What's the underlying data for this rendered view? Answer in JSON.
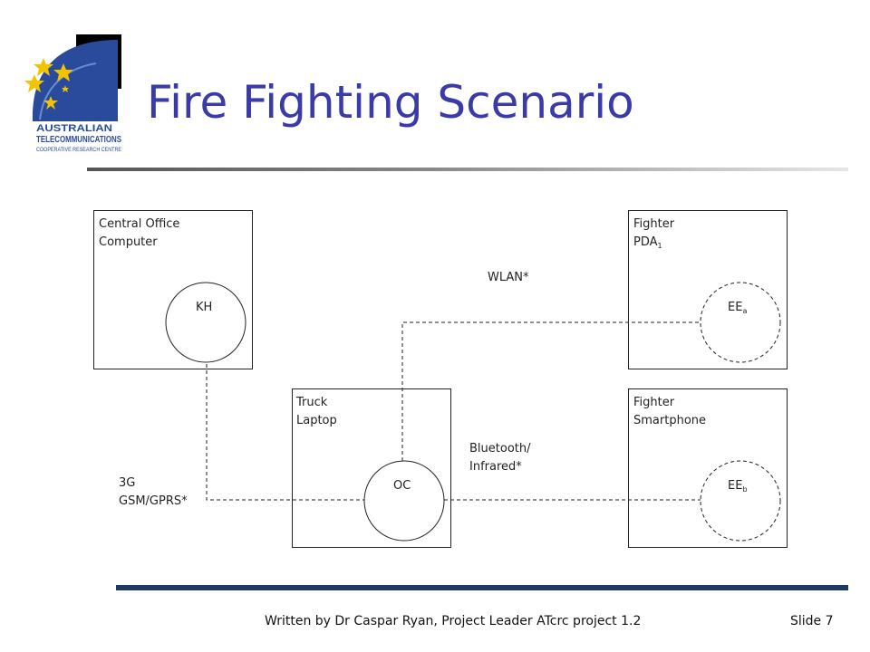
{
  "logo": {
    "line1": "AUSTRALIAN",
    "line2": "TELECOMMUNICATIONS",
    "line3": "COOPERATIVE RESEARCH CENTRE",
    "colors": {
      "blue": "#2a4b9b",
      "yellow": "#f3c300",
      "black": "#000000"
    }
  },
  "slide": {
    "title": "Fire Fighting Scenario",
    "footer": "Written by Dr Caspar Ryan, Project Leader ATcrc project 1.2",
    "slide_number": "Slide 7"
  },
  "diagram": {
    "nodes": {
      "central_office": {
        "line1": "Central Office",
        "line2": "Computer",
        "circle": "KH"
      },
      "truck": {
        "line1": "Truck",
        "line2": "Laptop",
        "circle": "OC"
      },
      "pda": {
        "line1": "Fighter",
        "line2": "PDA",
        "line2_sub": "1",
        "circle": "EE",
        "circle_sub": "a"
      },
      "smartphone": {
        "line1": "Fighter",
        "line2": "Smartphone",
        "circle": "EE",
        "circle_sub": "b"
      }
    },
    "links": {
      "wlan": "WLAN*",
      "bluetooth_line1": "Bluetooth/",
      "bluetooth_line2": "Infrared*",
      "cellular_line1": "3G",
      "cellular_line2": "GSM/GPRS*"
    }
  }
}
